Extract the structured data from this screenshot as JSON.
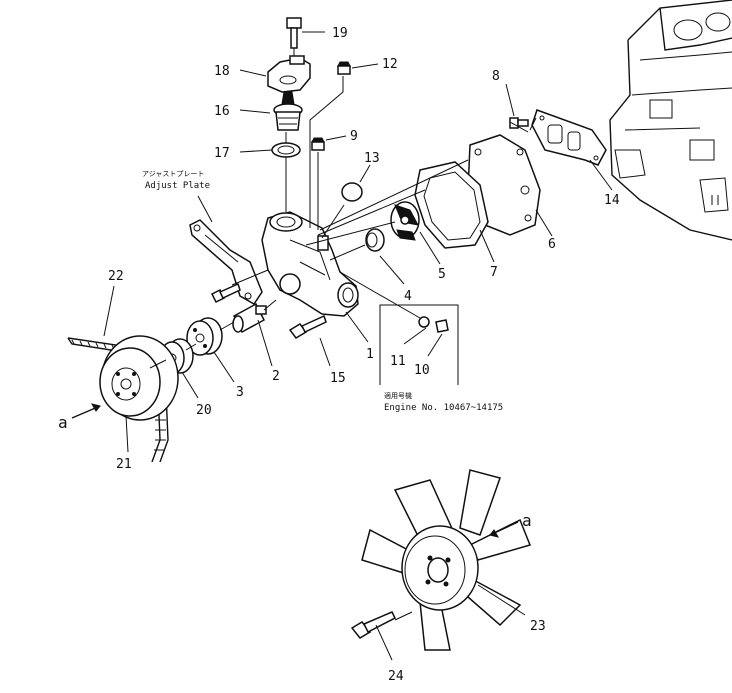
{
  "labels": {
    "p1": "1",
    "p2": "2",
    "p3": "3",
    "p4": "4",
    "p5": "5",
    "p6": "6",
    "p7": "7",
    "p8": "8",
    "p9": "9",
    "p10": "10",
    "p11": "11",
    "p12": "12",
    "p13": "13",
    "p14": "14",
    "p15": "15",
    "p16": "16",
    "p17": "17",
    "p18": "18",
    "p19": "19",
    "p20": "20",
    "p21": "21",
    "p22": "22",
    "p23": "23",
    "p24": "24"
  },
  "adjust_plate": {
    "jp": "アジャストプレート",
    "en": "Adjust Plate"
  },
  "applicable": {
    "jp": "適用号機",
    "en": "Engine No. 10467~14175"
  },
  "view_marker": {
    "left": "a",
    "right": "a"
  }
}
